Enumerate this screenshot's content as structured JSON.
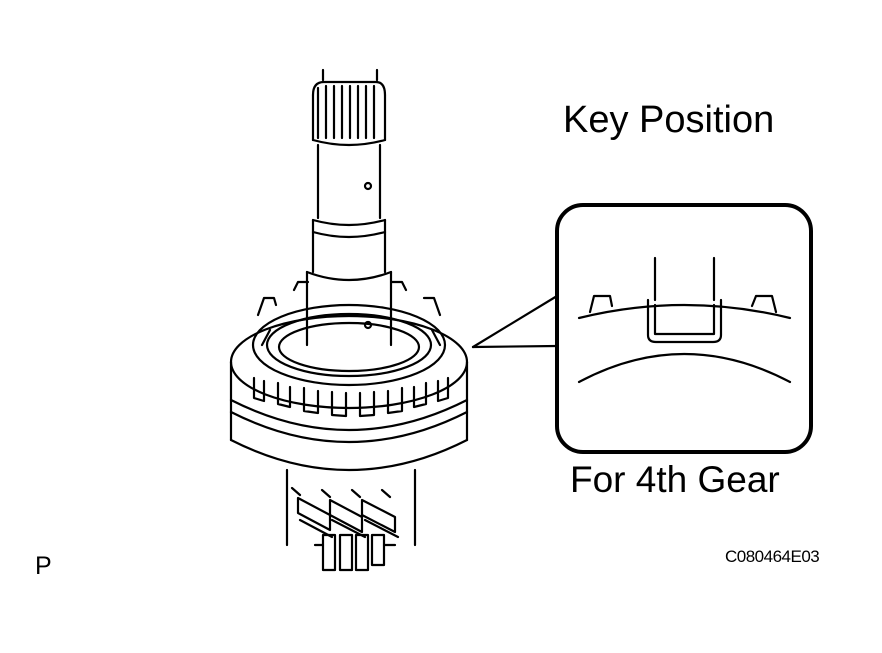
{
  "title": "Key Position",
  "callout_caption": "For 4th Gear",
  "view_marker": "P",
  "figure_code": "C080464E03",
  "colors": {
    "ink": "#000000",
    "paper": "#ffffff"
  }
}
